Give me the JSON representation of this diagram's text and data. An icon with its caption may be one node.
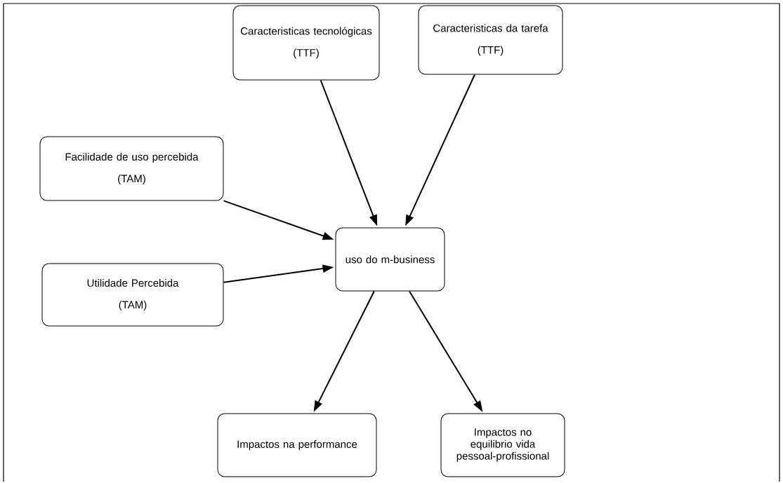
{
  "diagram": {
    "nodes": [
      {
        "text": [
          "Caracteristicas tecnológicas",
          "(TTF)"
        ]
      },
      {
        "text": [
          "Caracteristicas da tarefa",
          "(TTF)"
        ]
      },
      {
        "text": [
          "Facilidade de uso percebida",
          "(TAM)"
        ]
      },
      {
        "text": [
          "Utilidade Percebida",
          "(TAM)"
        ]
      },
      {
        "text": [
          "uso do m-business"
        ]
      },
      {
        "text": [
          "Impactos na performance"
        ]
      },
      {
        "text": [
          "Impactos no equilibrio vida pessoal-profissional"
        ]
      }
    ],
    "edges": [
      {
        "from": 0,
        "to": 4,
        "arrow": "to"
      },
      {
        "from": 1,
        "to": 4,
        "arrow": "to"
      },
      {
        "from": 2,
        "to": 4,
        "arrow": "to"
      },
      {
        "from": 3,
        "to": 4,
        "arrow": "to"
      },
      {
        "from": 4,
        "to": 5,
        "arrow": "to"
      },
      {
        "from": 4,
        "to": 6,
        "arrow": "to"
      }
    ]
  }
}
